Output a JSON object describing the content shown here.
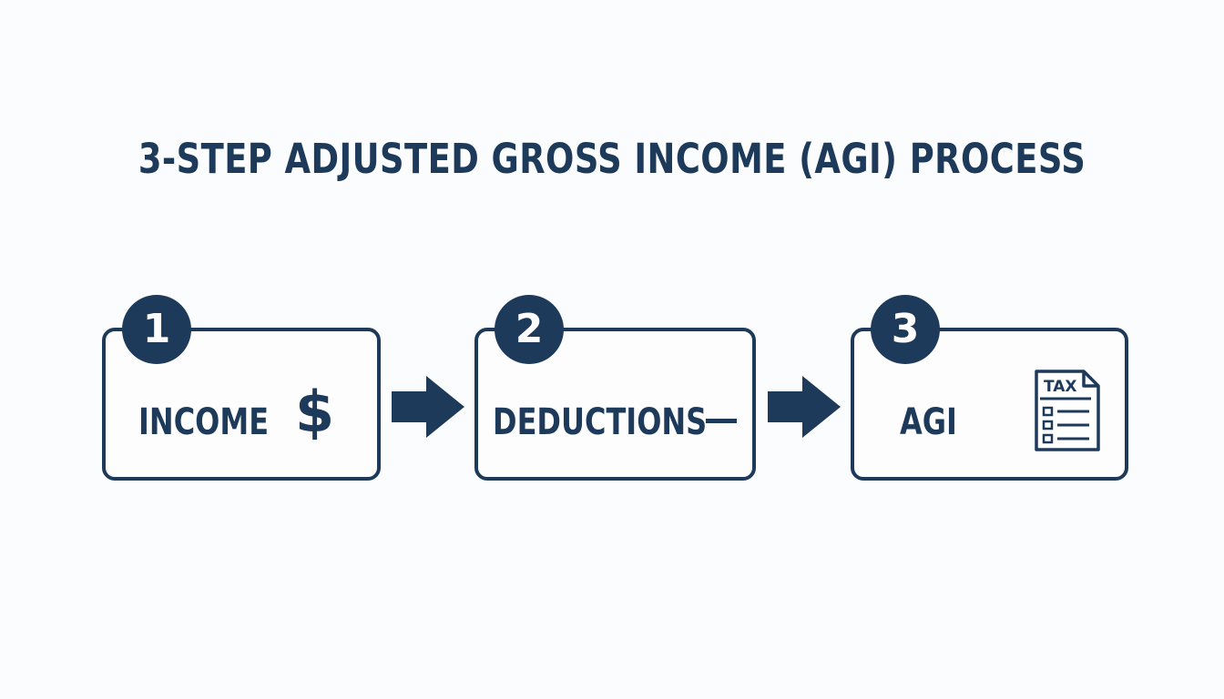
{
  "title": "3-STEP ADJUSTED GROSS INCOME (AGI) PROCESS",
  "colors": {
    "primary": "#1e3a5a",
    "background": "#fbfcfd"
  },
  "steps": [
    {
      "number": "1",
      "label": "INCOME",
      "icon": "dollar-sign-icon",
      "symbol": "$"
    },
    {
      "number": "2",
      "label": "DEDUCTIONS",
      "icon": "minus-icon"
    },
    {
      "number": "3",
      "label": "AGI",
      "icon": "tax-form-icon",
      "icon_text": "TAX"
    }
  ],
  "arrows": [
    "arrow-right-icon",
    "arrow-right-icon"
  ]
}
